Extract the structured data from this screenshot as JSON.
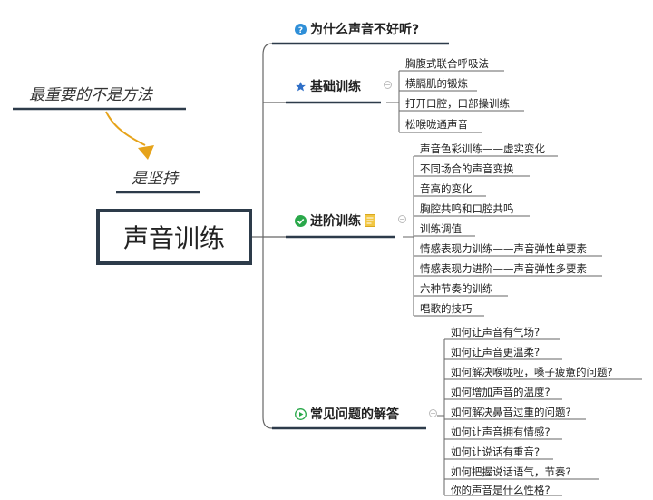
{
  "central": {
    "label": "声音训练"
  },
  "notes": {
    "top": "最重要的不是方法",
    "bottom": "是坚持"
  },
  "branches": [
    {
      "label": "为什么声音不好听?",
      "icon": "question-icon"
    },
    {
      "label": "基础训练",
      "icon": "star-icon",
      "children": [
        "胸腹式联合呼吸法",
        "横膈肌的锻炼",
        "打开口腔，口部操训练",
        "松喉咙通声音"
      ]
    },
    {
      "label": "进阶训练",
      "icon": "check-circle-icon",
      "extra_icon": "note-icon",
      "children": [
        "声音色彩训练——虚实变化",
        "不同场合的声音变换",
        "音高的变化",
        "胸腔共鸣和口腔共鸣",
        "训练调值",
        "情感表现力训练——声音弹性单要素",
        "情感表现力进阶——声音弹性多要素",
        "六种节奏的训练",
        "唱歌的技巧"
      ]
    },
    {
      "label": "常见问题的解答",
      "icon": "play-circle-icon",
      "children": [
        "如何让声音有气场?",
        "如何让声音更温柔?",
        "如何解决喉咙哑，嗓子疲惫的问题?",
        "如何增加声音的温度?",
        "如何解决鼻音过重的问题?",
        "如何让声音拥有情感?",
        "如何让说话有重音?",
        "如何把握说话语气，节奏?",
        "你的声音是什么性格?"
      ]
    }
  ],
  "colors": {
    "central_border": "#2d3b4a",
    "line": "#2d3b4a",
    "connector": "#666666",
    "arrow": "#e6a31a",
    "star": "#2f6fc7",
    "check": "#2aa84a",
    "question": "#2f8fd8",
    "note": "#f2c744"
  }
}
